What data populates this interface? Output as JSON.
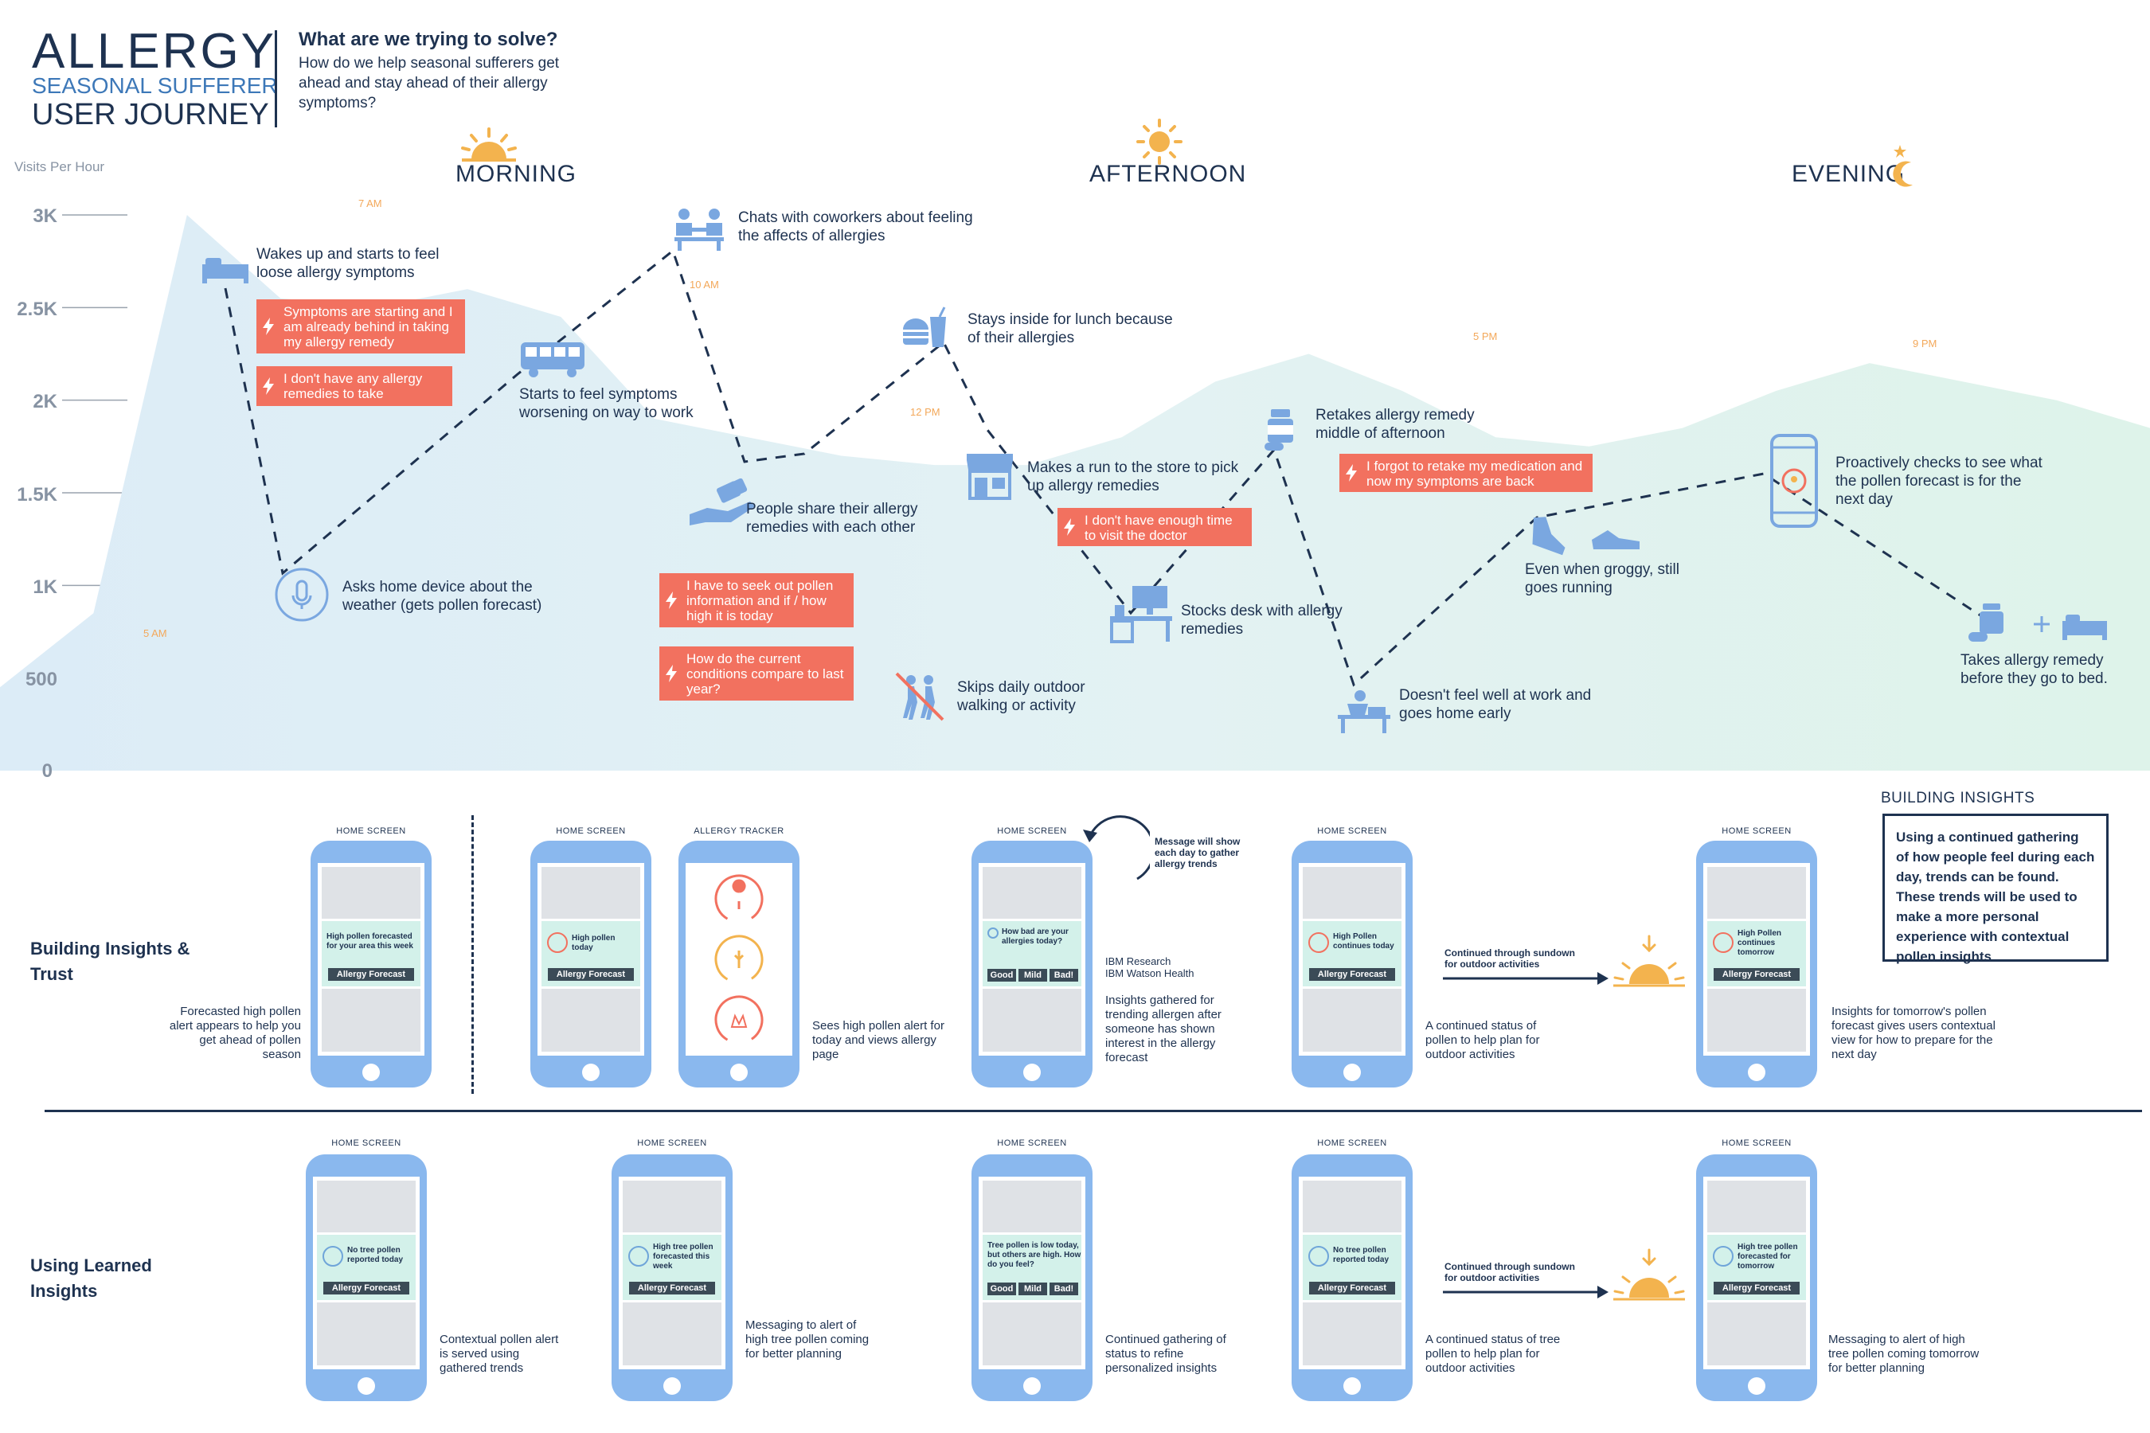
{
  "header": {
    "title": "ALLERGY",
    "subtitle": "SEASONAL SUFFERER",
    "title2": "USER JOURNEY",
    "question_title": "What are we trying to solve?",
    "question_body": "How do we help seasonal sufferers get ahead and stay ahead of their allergy symptoms?"
  },
  "periods": {
    "morning": "MORNING",
    "afternoon": "AFTERNOON",
    "evening": "EVENING"
  },
  "chart_data": {
    "type": "area",
    "ylabel": "Visits Per Hour",
    "yticks": [
      "3K",
      "2.5K",
      "2K",
      "1.5K",
      "1K",
      "500",
      "0"
    ],
    "ylim": [
      0,
      3000
    ],
    "time_labels": [
      "5 AM",
      "7 AM",
      "10 AM",
      "12 PM",
      "5 PM",
      "9 PM"
    ],
    "series": [
      {
        "values": [
          450,
          850,
          3000,
          2550,
          2500,
          2600,
          2450,
          1900,
          1800,
          1700,
          1650,
          1650,
          1800,
          2100,
          2250,
          2050,
          1800,
          1750,
          1850,
          2050,
          2200,
          2100,
          2000,
          1850
        ]
      }
    ],
    "grid": true
  },
  "events": {
    "e1": "Wakes up and starts to feel loose allergy symptoms",
    "e2": "Asks home device about the weather (gets pollen forecast)",
    "e3": "Starts to feel symptoms worsening on way to work",
    "e4": "Chats with coworkers about feeling the affects of allergies",
    "e5": "People share their allergy remedies with each other",
    "e6": "Stays inside for lunch because of their allergies",
    "e7": "Makes a run to the store to pick up allergy remedies",
    "e8": "Skips daily outdoor walking or activity",
    "e9": "Stocks desk with allergy remedies",
    "e10": "Retakes allergy remedy middle of afternoon",
    "e11": "Doesn't feel well at work and goes home early",
    "e12": "Even when groggy, still goes running",
    "e13": "Proactively checks to see what the pollen forecast is for the next day",
    "e14": "Takes allergy remedy before they go to bed."
  },
  "pains": {
    "p1": "Symptoms are starting and I am already behind in taking my allergy remedy",
    "p2": "I don't have any allergy remedies to take",
    "p3": "I have to seek out pollen information and if / how high it is today",
    "p4": "How do the current conditions compare to last year?",
    "p5": "I don't have enough time to visit the doctor",
    "p6": "I forgot to retake my medication and now my symptoms are back"
  },
  "rows": {
    "building": "Building Insights & Trust",
    "learned": "Using Learned Insights"
  },
  "building_insights": {
    "heading": "BUILDING INSIGHTS",
    "body": "Using a continued gathering of how people feel during each day, trends can be found. These trends will be used to make a more personal experience with contextual pollen insights"
  },
  "screens": {
    "home": "HOME SCREEN",
    "tracker": "ALLERGY TRACKER",
    "forecast_btn": "Allergy Forecast",
    "good": "Good",
    "mild": "Mild",
    "bad": "Bad!"
  },
  "row1": {
    "c1": "High pollen forecasted for your area this week",
    "cap1": "Forecasted high pollen alert appears to help you get ahead of pollen season",
    "c2": "High pollen today",
    "cap2": "Sees high pollen alert for today and views allergy page",
    "c3": "How bad are your allergies today?",
    "note3": "Message will show each day to gather allergy trends",
    "ibm1": "IBM Research",
    "ibm2": "IBM Watson Health",
    "cap3": "Insights gathered for trending allergen after someone has shown interest in the allergy forecast",
    "c4": "High Pollen continues today",
    "sundown": "Continued through sundown for outdoor activities",
    "cap4": "A continued status of pollen to help plan for outdoor activities",
    "c5": "High Pollen continues tomorrow",
    "cap5": "Insights for tomorrow's pollen forecast gives users contextual view for how to prepare for the next day"
  },
  "row2": {
    "c1": "No tree pollen reported today",
    "cap1": "Contextual pollen alert is served using gathered trends",
    "c2": "High tree pollen forecasted this week",
    "cap2": "Messaging to alert of high tree pollen coming for better planning",
    "c3": "Tree pollen is low today, but others are high. How do you feel?",
    "cap3": "Continued gathering of status to refine personalized insights",
    "c4": "No tree pollen reported today",
    "sundown": "Continued through sundown for outdoor activities",
    "cap4": "A continued status of tree pollen to help plan for outdoor activities",
    "c5": "High tree pollen forecasted for tomorrow",
    "cap5": "Messaging to alert of high tree pollen coming tomorrow for better planning"
  },
  "colors": {
    "pain": "#f2715f",
    "navy": "#1e3250",
    "phone": "#8ab8ee",
    "sun": "#f3b34e",
    "icon": "#7aa7e0"
  }
}
